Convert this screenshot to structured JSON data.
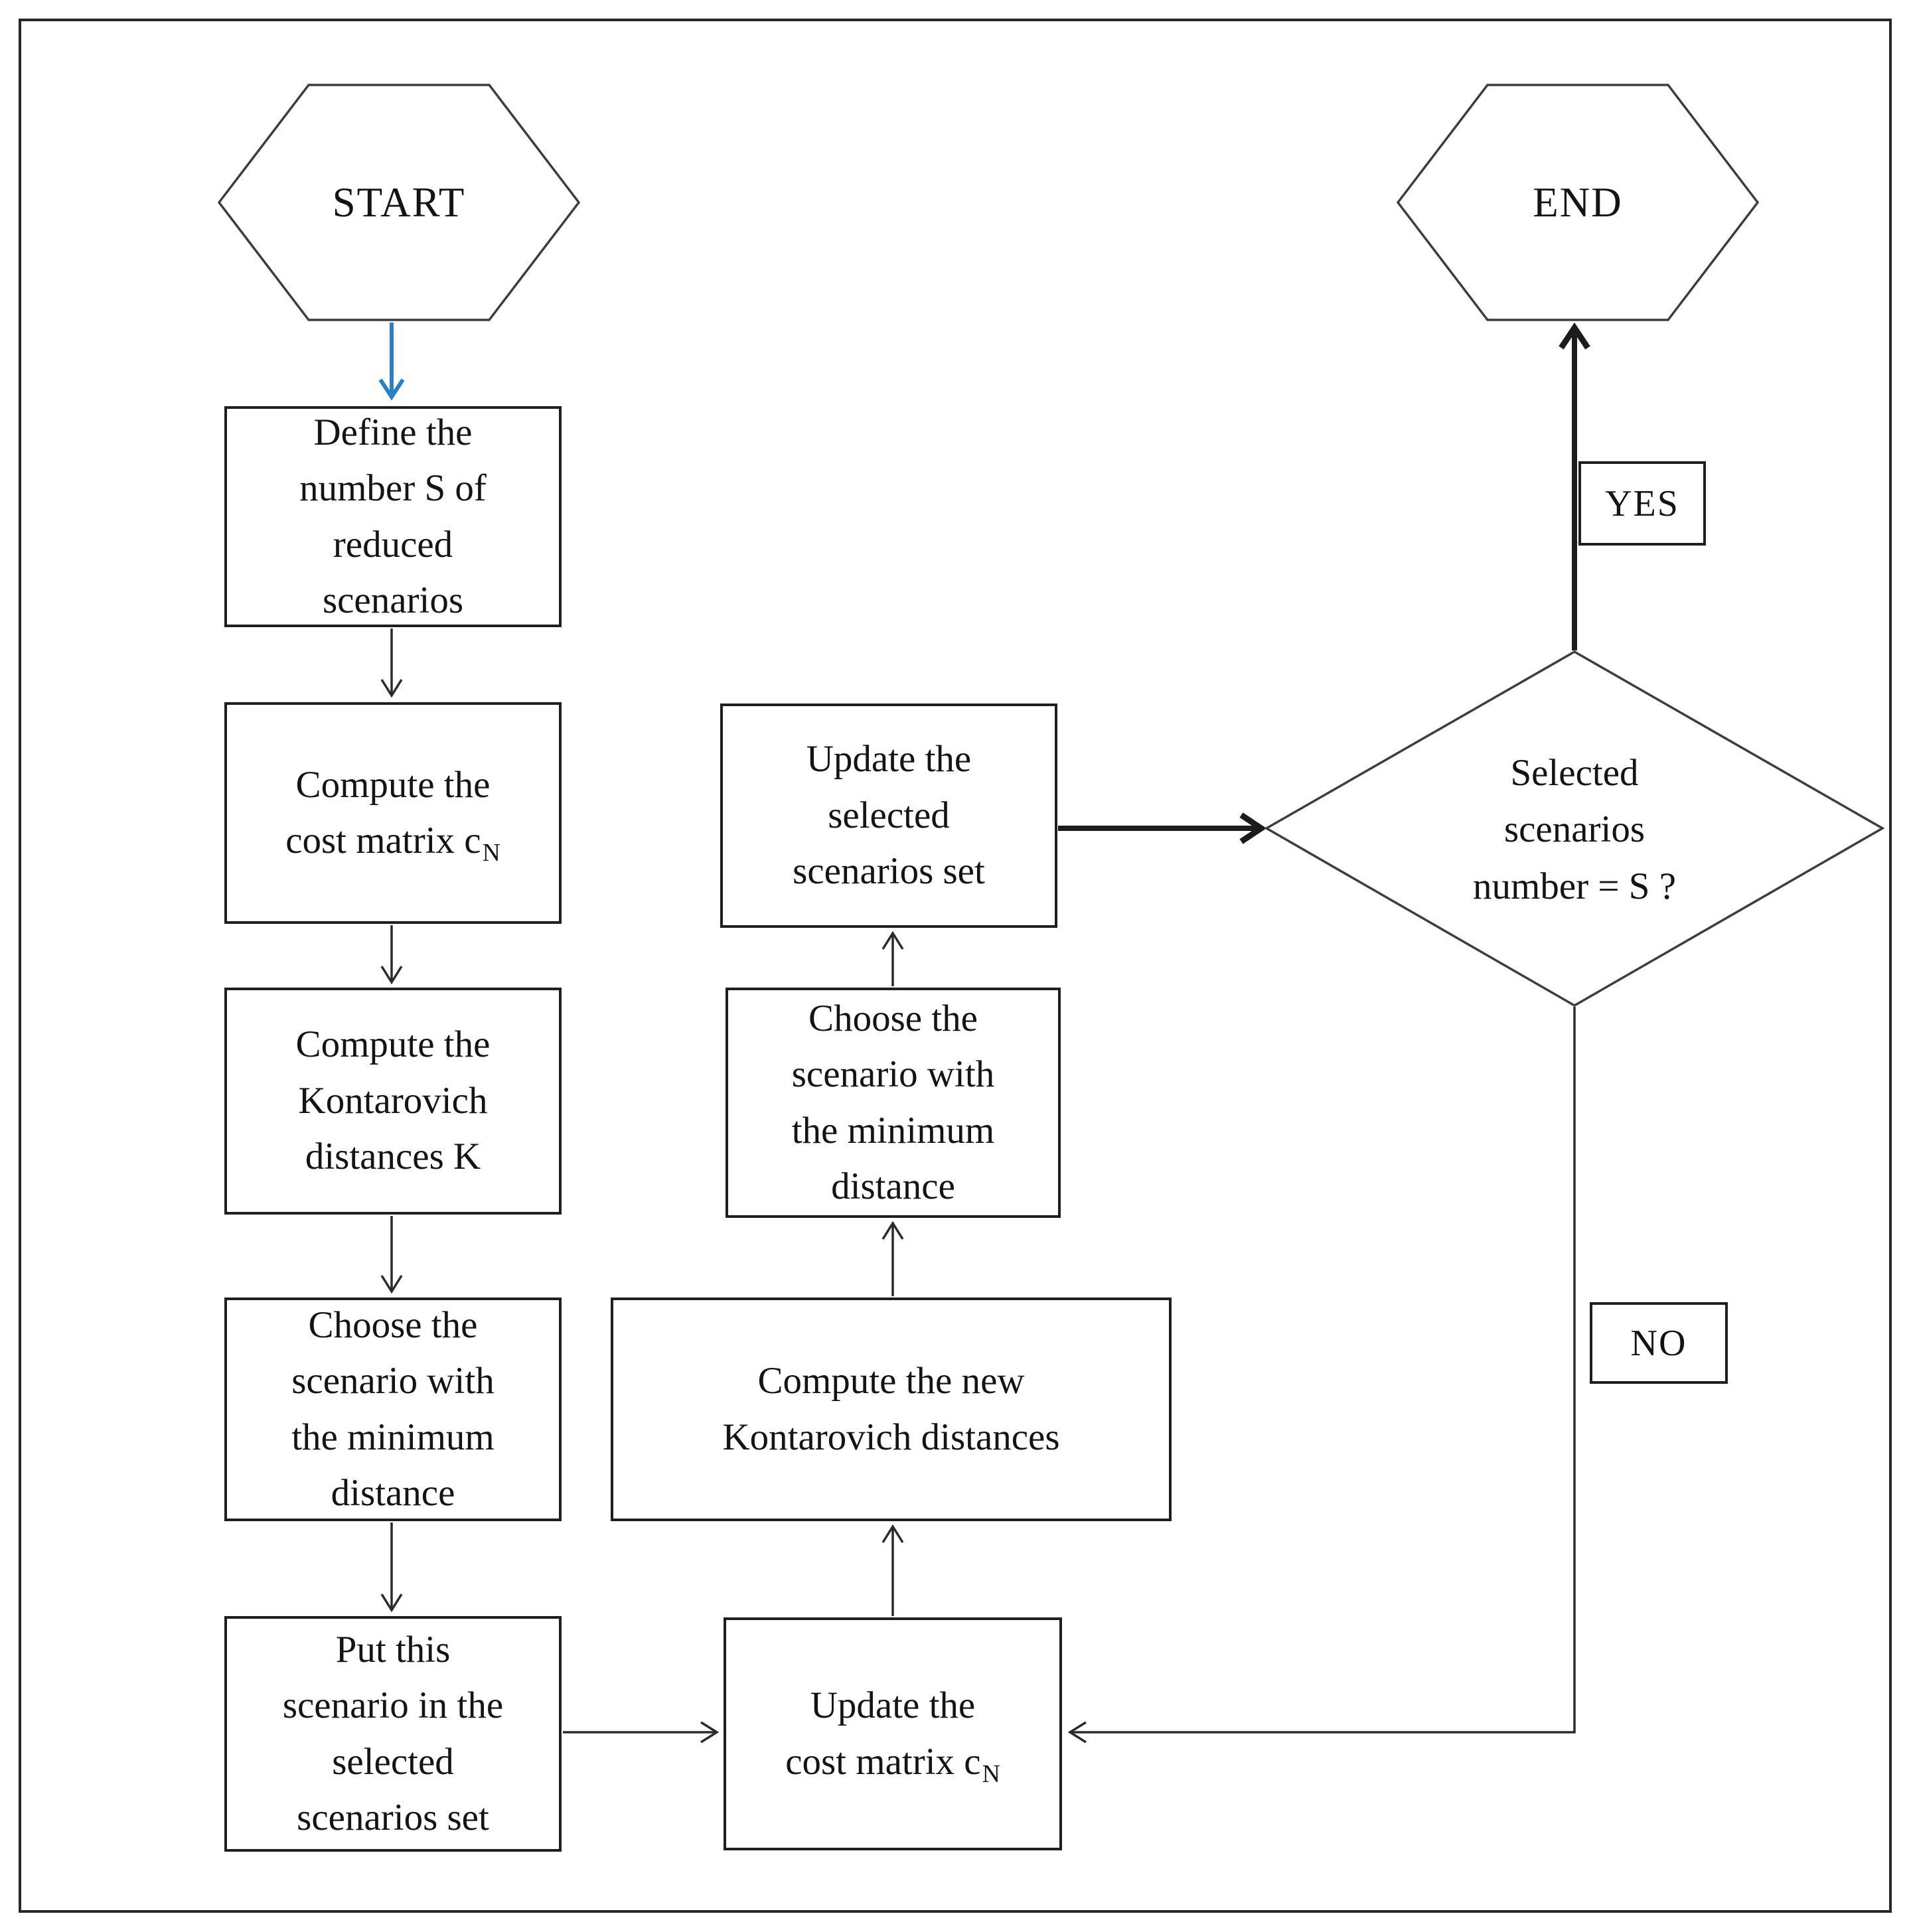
{
  "diagram": {
    "title_hint": "Scenario reduction flowchart",
    "colors": {
      "line": "#2b2b2b",
      "shape_stroke": "#3d3d3d",
      "box_stroke": "#1f1f1f",
      "accent_arrow_blue": "#2b7fc7",
      "text": "#141414",
      "background": "#ffffff"
    },
    "start": {
      "label": "START"
    },
    "end": {
      "label": "END"
    },
    "yes": {
      "label": "YES"
    },
    "no": {
      "label": "NO"
    },
    "boxes": {
      "define": {
        "lines": [
          "Define the",
          "number S of",
          "reduced",
          "scenarios"
        ]
      },
      "cost_matrix": {
        "lines": [
          "Compute the",
          "cost matrix c"
        ],
        "sub": "N"
      },
      "kontarovich": {
        "lines": [
          "Compute the",
          "Kontarovich",
          "distances K"
        ]
      },
      "choose_min": {
        "lines": [
          "Choose the",
          "scenario with",
          "the minimum",
          "distance"
        ]
      },
      "put_scenario": {
        "lines": [
          "Put this",
          "scenario in the",
          "selected",
          "scenarios set"
        ]
      },
      "update_set": {
        "lines": [
          "Update the",
          "selected",
          "scenarios set"
        ]
      },
      "choose_min_2": {
        "lines": [
          "Choose the",
          "scenario with",
          "the minimum",
          "distance"
        ]
      },
      "compute_new": {
        "lines": [
          "Compute the new",
          "Kontarovich distances"
        ]
      },
      "update_cost": {
        "lines": [
          "Update the",
          "cost matrix c"
        ],
        "sub": "N"
      }
    },
    "decision": {
      "lines": [
        "Selected",
        "scenarios",
        "number = S ?"
      ]
    }
  }
}
